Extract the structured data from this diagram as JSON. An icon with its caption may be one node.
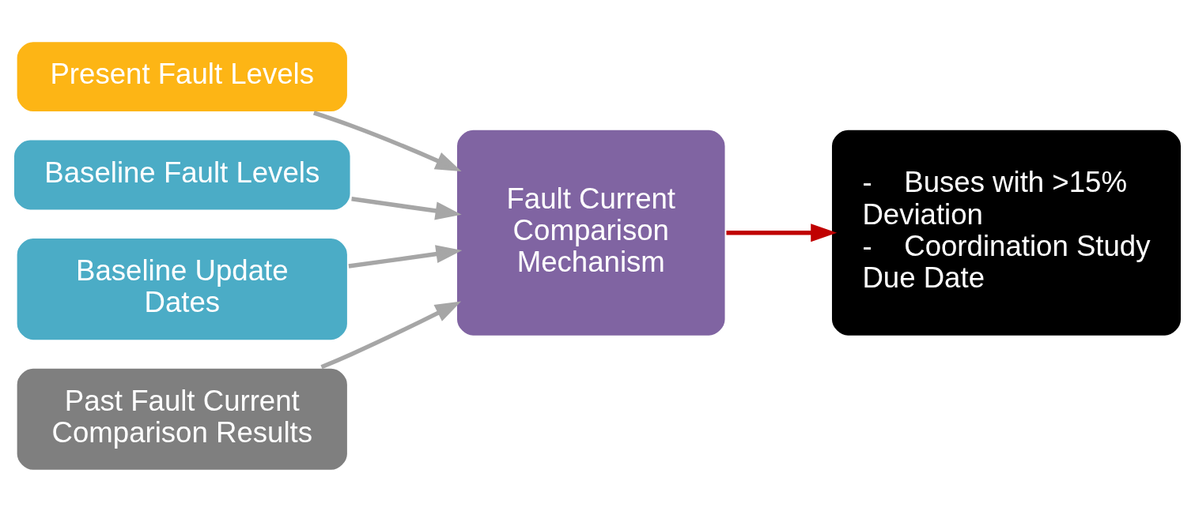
{
  "diagram": {
    "nodes": [
      {
        "text": [
          "Present Fault Levels"
        ]
      },
      {
        "text": [
          "Baseline Fault Levels"
        ]
      },
      {
        "text": [
          "Baseline Update Dates"
        ]
      },
      {
        "text": [
          "Past Fault Current Comparison Results"
        ]
      },
      {
        "text": [
          "Fault Current Comparison Mechanism"
        ]
      },
      {
        "text": [
          "-    Buses with >15% Deviation",
          "-    Coordination Study Due Date"
        ]
      }
    ],
    "edges": [
      {
        "from": 0,
        "to": 4,
        "arrow": "to"
      },
      {
        "from": 1,
        "to": 4,
        "arrow": "to"
      },
      {
        "from": 2,
        "to": 4,
        "arrow": "to"
      },
      {
        "from": 3,
        "to": 4,
        "arrow": "to"
      },
      {
        "from": 4,
        "to": 5,
        "arrow": "to",
        "color": "#c00000"
      }
    ]
  }
}
